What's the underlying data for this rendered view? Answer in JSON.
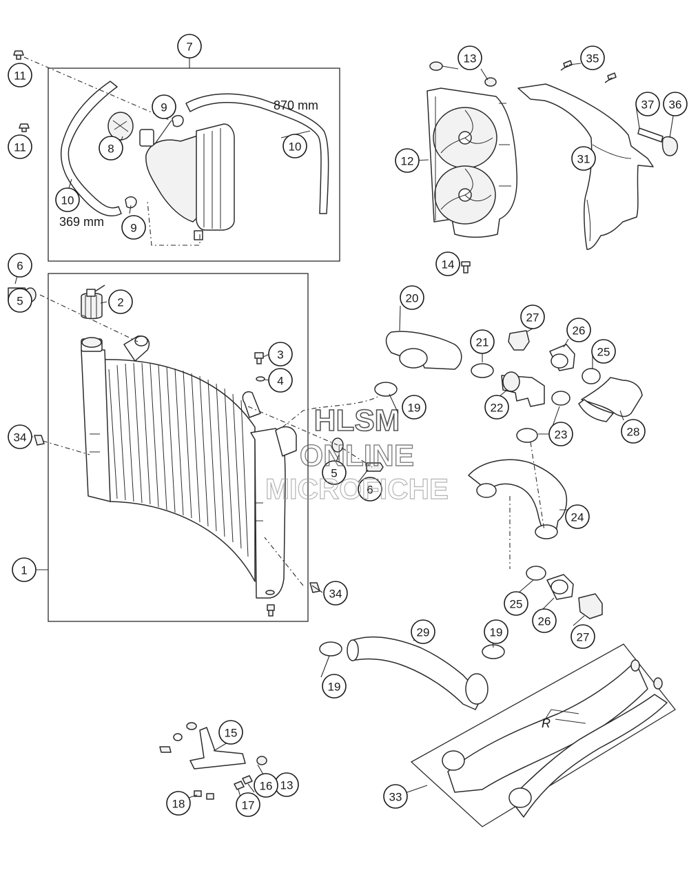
{
  "callouts": [
    {
      "label": "1"
    },
    {
      "label": "2"
    },
    {
      "label": "3"
    },
    {
      "label": "4"
    },
    {
      "label": "5"
    },
    {
      "label": "5"
    },
    {
      "label": "6"
    },
    {
      "label": "6"
    },
    {
      "label": "7"
    },
    {
      "label": "8"
    },
    {
      "label": "9"
    },
    {
      "label": "9"
    },
    {
      "label": "10"
    },
    {
      "label": "10"
    },
    {
      "label": "11"
    },
    {
      "label": "11"
    },
    {
      "label": "12"
    },
    {
      "label": "13"
    },
    {
      "label": "13"
    },
    {
      "label": "14"
    },
    {
      "label": "15"
    },
    {
      "label": "16"
    },
    {
      "label": "17"
    },
    {
      "label": "18"
    },
    {
      "label": "19"
    },
    {
      "label": "19"
    },
    {
      "label": "19"
    },
    {
      "label": "20"
    },
    {
      "label": "21"
    },
    {
      "label": "22"
    },
    {
      "label": "23"
    },
    {
      "label": "24"
    },
    {
      "label": "25"
    },
    {
      "label": "25"
    },
    {
      "label": "26"
    },
    {
      "label": "26"
    },
    {
      "label": "27"
    },
    {
      "label": "27"
    },
    {
      "label": "28"
    },
    {
      "label": "29"
    },
    {
      "label": "31"
    },
    {
      "label": "33"
    },
    {
      "label": "34"
    },
    {
      "label": "34"
    },
    {
      "label": "35"
    },
    {
      "label": "36"
    },
    {
      "label": "37"
    }
  ],
  "dimensions": {
    "upper_hose_length": "870 mm",
    "lower_hose_length": "369 mm"
  },
  "watermark": {
    "line1": "HLSM",
    "line2": "ONLINE",
    "line3": "MICROFICHE"
  },
  "colors": {
    "line": "#1a1a1a",
    "watermark": "#9a9a9a",
    "background": "#ffffff"
  }
}
